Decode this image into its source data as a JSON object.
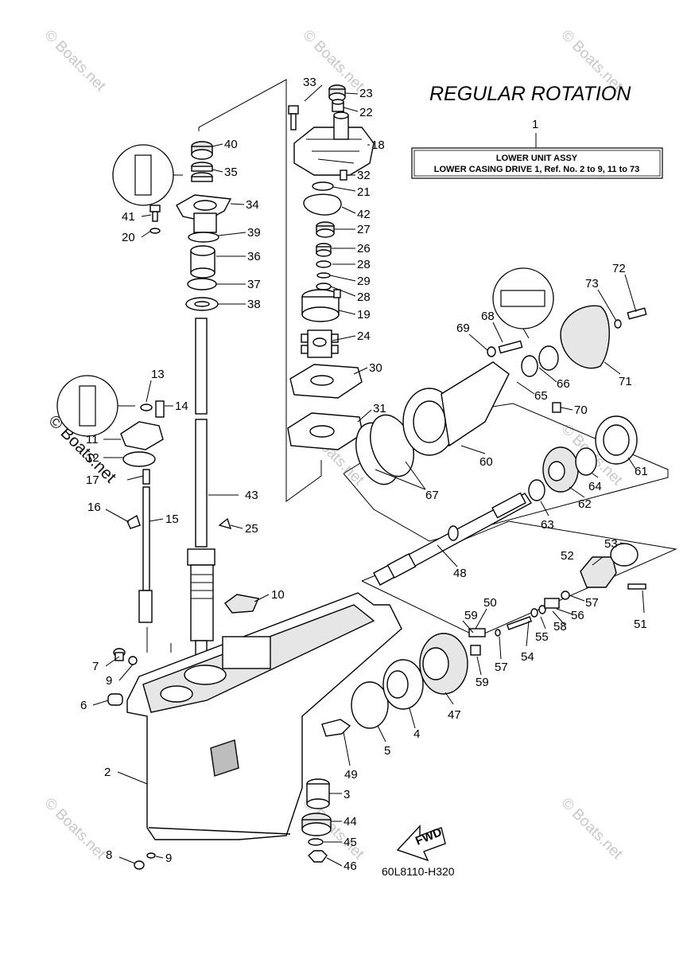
{
  "title": "REGULAR ROTATION",
  "assembly_box": {
    "ref": "1",
    "line1": "LOWER UNIT ASSY",
    "line2": "LOWER CASING DRIVE 1,  Ref. No. 2 to 9, 11 to 73"
  },
  "diagram_code": "60L8110-H320",
  "fwd_label": "FWD",
  "watermark": "© Boats.net",
  "watermark_dark": "© Boats.net",
  "callouts": [
    "33",
    "23",
    "22",
    "18",
    "40",
    "35",
    "34",
    "32",
    "21",
    "41",
    "42",
    "20",
    "39",
    "27",
    "36",
    "26",
    "28",
    "37",
    "29",
    "28",
    "38",
    "19",
    "24",
    "30",
    "13",
    "14",
    "31",
    "11",
    "12",
    "17",
    "43",
    "16",
    "15",
    "25",
    "10",
    "7",
    "9",
    "6",
    "2",
    "8",
    "9",
    "72",
    "73",
    "69",
    "68",
    "71",
    "66",
    "65",
    "70",
    "60",
    "61",
    "64",
    "62",
    "67",
    "63",
    "48",
    "53",
    "52",
    "50",
    "59",
    "57",
    "56",
    "58",
    "51",
    "55",
    "54",
    "57",
    "59",
    "47",
    "4",
    "5",
    "49",
    "3",
    "44",
    "45",
    "46"
  ]
}
